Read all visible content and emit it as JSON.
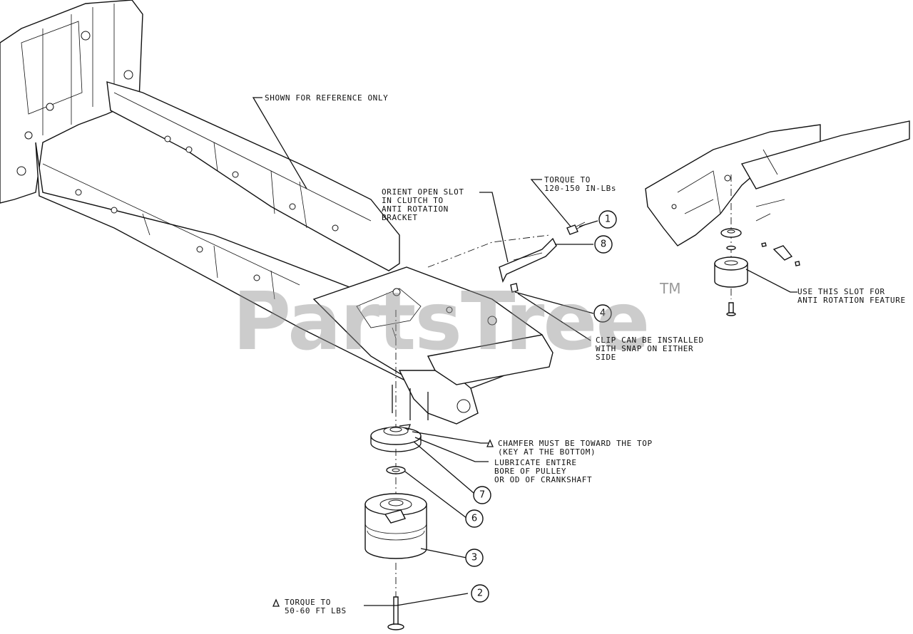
{
  "notes": {
    "reference": "SHOWN FOR REFERENCE ONLY",
    "orient": [
      "ORIENT OPEN SLOT",
      "IN CLUTCH TO",
      "ANTI ROTATION",
      "BRACKET"
    ],
    "torque_top": [
      "TORQUE TO",
      "120-150 IN-LBs"
    ],
    "clip": [
      "CLIP CAN BE INSTALLED",
      "WITH SNAP ON EITHER",
      "SIDE"
    ],
    "chamfer": [
      "CHAMFER MUST BE TOWARD THE TOP",
      "(KEY AT THE BOTTOM)"
    ],
    "lubricate": [
      "LUBRICATE ENTIRE",
      "BORE OF PULLEY",
      "OR OD OF CRANKSHAFT"
    ],
    "torque_bottom": [
      "TORQUE TO",
      "50-60 FT LBS"
    ],
    "slot": [
      "USE THIS SLOT FOR",
      "ANTI ROTATION FEATURE"
    ]
  },
  "callouts": [
    "1",
    "8",
    "4",
    "7",
    "6",
    "3",
    "2"
  ],
  "watermark": {
    "text": "PartsTree",
    "trademark": "TM"
  }
}
